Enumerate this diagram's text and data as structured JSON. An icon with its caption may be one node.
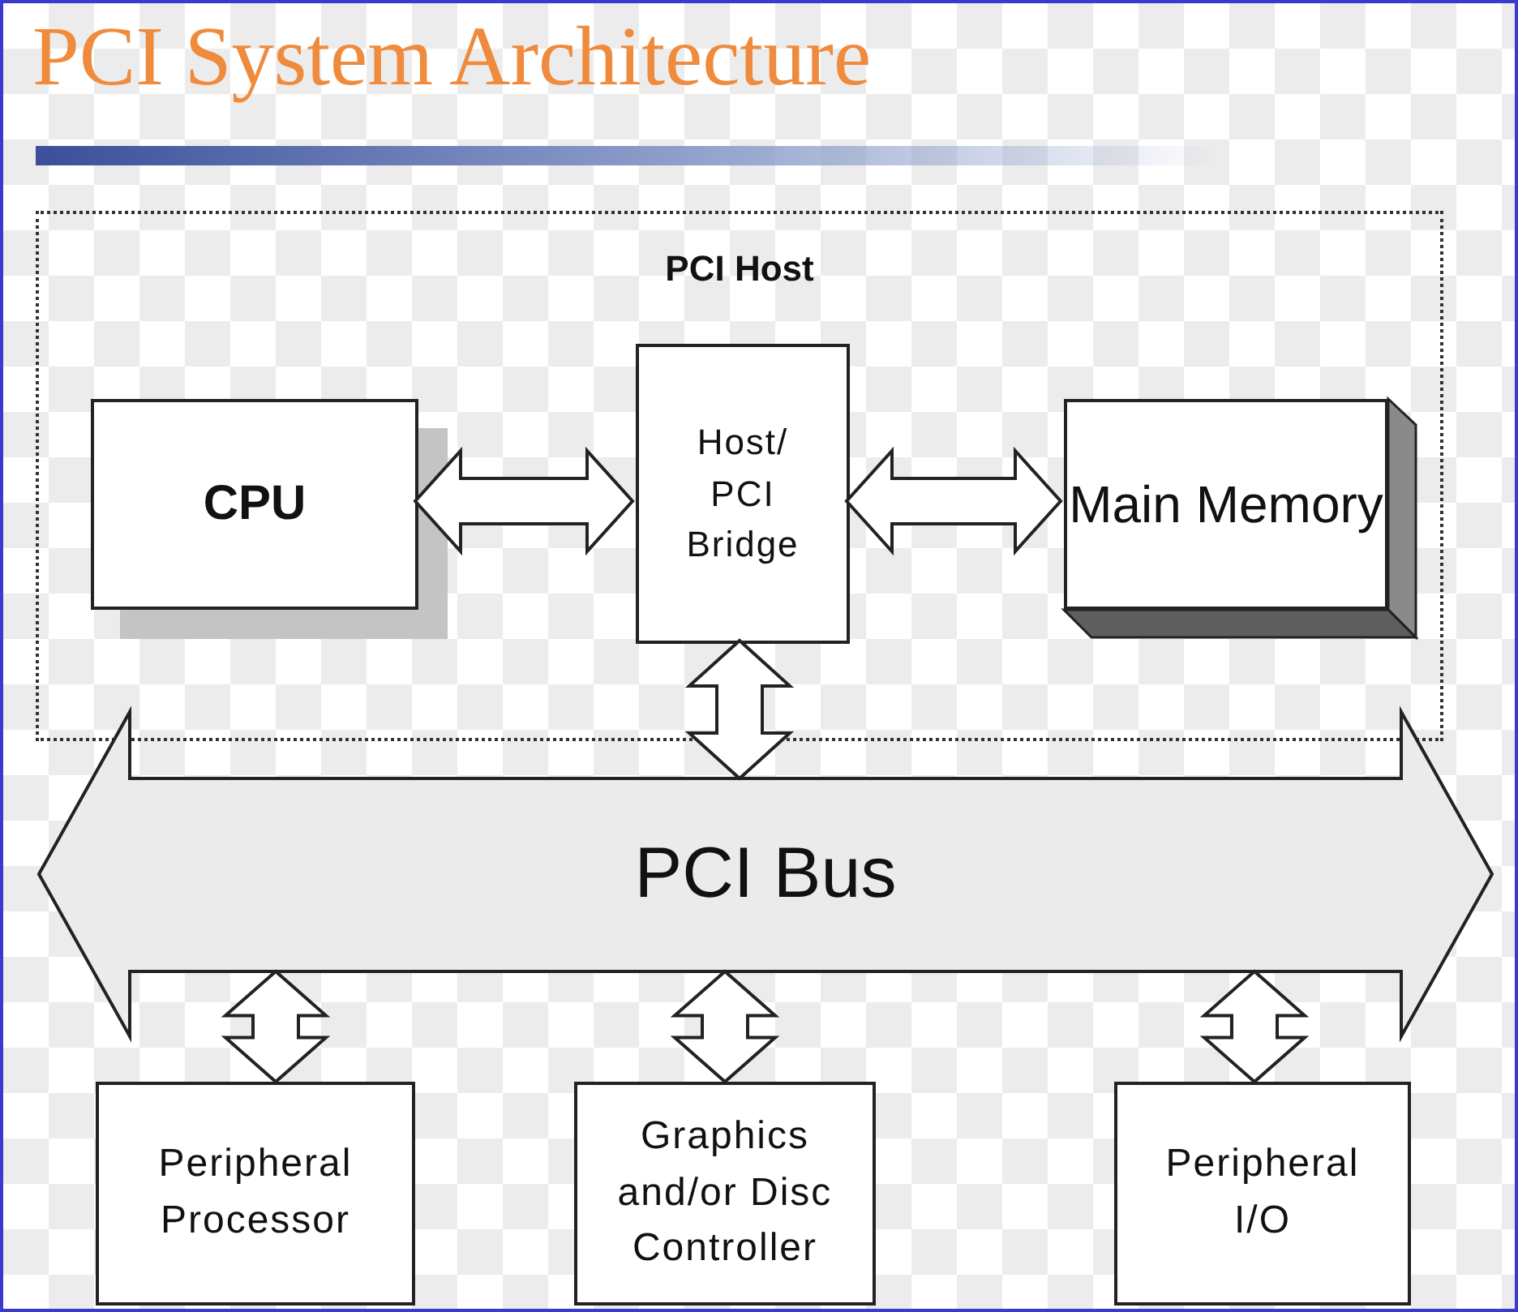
{
  "diagram": {
    "title": "PCI System Architecture",
    "nodes": [
      {
        "text": [
          "PCI Host"
        ]
      },
      {
        "text": [
          "CPU"
        ],
        "in": 0
      },
      {
        "text": [
          "Host/ PCI Bridge"
        ],
        "in": 0
      },
      {
        "text": [
          "Main Memory"
        ],
        "in": 0
      },
      {
        "text": [
          "PCI Bus"
        ]
      },
      {
        "text": [
          "Peripheral Processor"
        ]
      },
      {
        "text": [
          "Graphics and/or Disc Controller"
        ]
      },
      {
        "text": [
          "Peripheral I/O"
        ]
      }
    ],
    "edges": [
      {
        "from": 1,
        "to": 2,
        "arrow": "both"
      },
      {
        "from": 2,
        "to": 3,
        "arrow": "both"
      },
      {
        "from": 2,
        "to": 4,
        "arrow": "both"
      },
      {
        "from": 4,
        "to": 5,
        "arrow": "both"
      },
      {
        "from": 4,
        "to": 6,
        "arrow": "both"
      },
      {
        "from": 4,
        "to": 7,
        "arrow": "both"
      }
    ]
  }
}
